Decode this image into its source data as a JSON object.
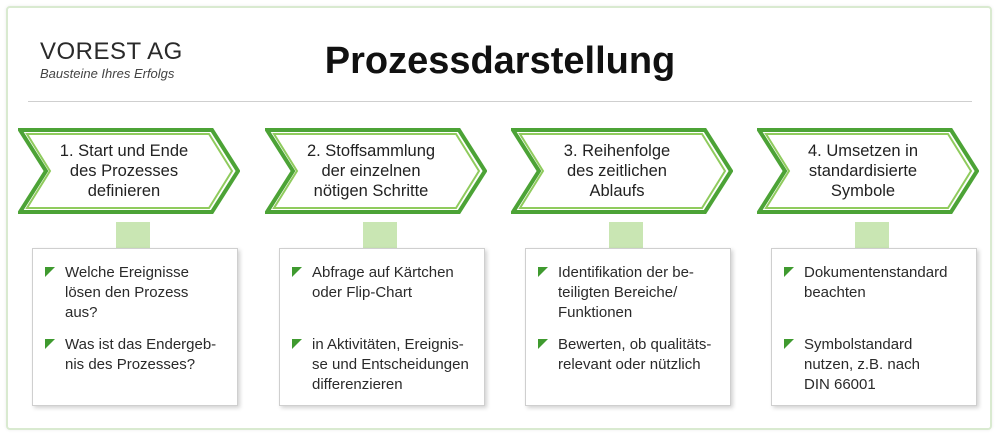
{
  "logo": {
    "text": "VOREST AG",
    "tagline": "Bausteine Ihres Erfolgs"
  },
  "title": "Prozessdarstellung",
  "colors": {
    "green_dark": "#3f9a2f",
    "green_light": "#7fc34a",
    "connector": "#c9e6b3"
  },
  "steps": [
    {
      "label": "1. Start und Ende\ndes Prozesses\ndefinieren",
      "bullets": [
        "Welche Ereignisse\nlösen den Prozess\naus?",
        "Was ist das Endergeb-\nnis des Prozesses?"
      ]
    },
    {
      "label": "2. Stoffsammlung\nder einzelnen\nnötigen Schritte",
      "bullets": [
        "Abfrage auf Kärtchen\noder Flip-Chart",
        "in Aktivitäten, Ereignis-\nse und Entscheidungen\ndifferenzieren"
      ]
    },
    {
      "label": "3. Reihenfolge\ndes zeitlichen\nAblaufs",
      "bullets": [
        "Identifikation der be-\nteiligten Bereiche/\nFunktionen",
        "Bewerten, ob qualitäts-\nrelevant oder nützlich"
      ]
    },
    {
      "label": "4. Umsetzen in\nstandardisierte\nSymbole",
      "bullets": [
        "Dokumentenstandard\nbeachten",
        "Symbolstandard\nnutzen, z.B. nach\nDIN 66001"
      ]
    }
  ]
}
